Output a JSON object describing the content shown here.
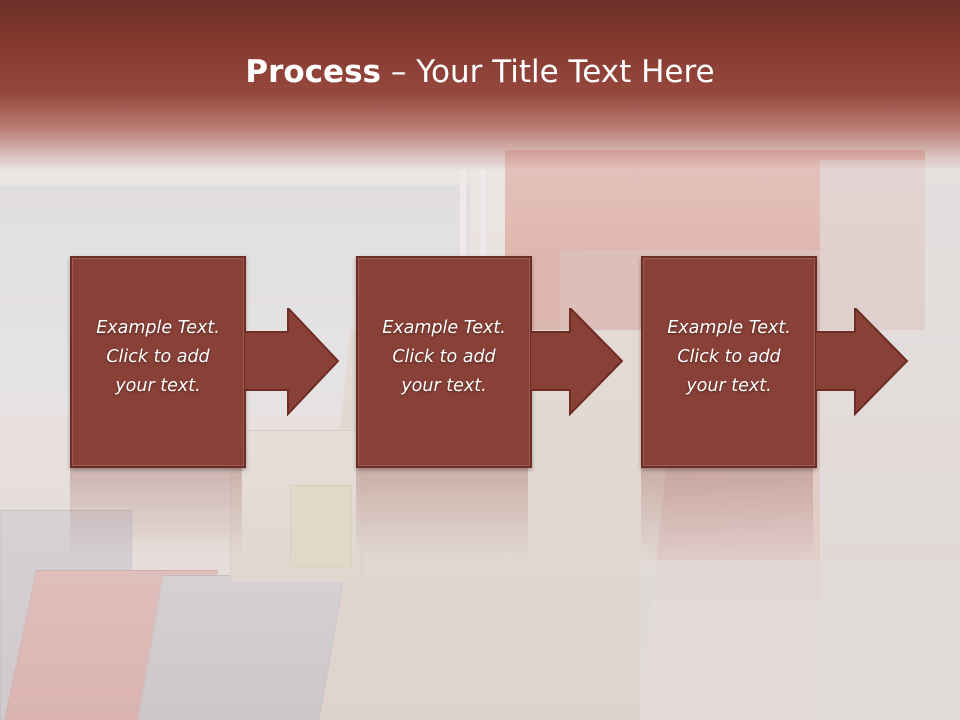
{
  "header": {
    "title_bold": "Process",
    "title_dash": " – ",
    "title_rest": "Your Title Text Here"
  },
  "steps": [
    {
      "line1": "Example Text.",
      "line2": "Click  to add",
      "line3": "your text."
    },
    {
      "line1": "Example Text.",
      "line2": "Click  to add",
      "line3": "your text."
    },
    {
      "line1": "Example Text.",
      "line2": "Click  to add",
      "line3": "your text."
    }
  ],
  "icons": [
    "arrow-right-icon",
    "arrow-right-icon",
    "arrow-right-icon"
  ],
  "colors": {
    "header_top": "#6a2f28",
    "header_mid": "#96483d",
    "box_fill": "#894137",
    "box_border": "#6d2c24",
    "text": "#ffffff"
  }
}
